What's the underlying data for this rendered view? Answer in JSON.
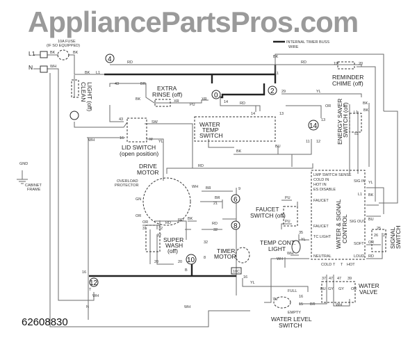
{
  "watermark": "AppliancePartsPros.com",
  "legend": {
    "line1": "INTERNAL TIMER BUSS",
    "line2": "WIRE"
  },
  "part_number": "62608830",
  "components": {
    "fuse_1": "10A FUSE",
    "fuse_2": "(IF SO EQUIPPED)",
    "l1": "L1",
    "n": "N",
    "clean_light_1": "CLEAN",
    "clean_light_2": "LIGHT (off)",
    "extra_rinse_1": "EXTRA",
    "extra_rinse_2": "RINSE (off)",
    "water_temp_1": "WATER",
    "water_temp_2": "TEMP",
    "water_temp_3": "SWITCH",
    "lid_switch_1": "LID SWITCH",
    "lid_switch_2": "(open position)",
    "reminder_1": "REMINDER",
    "reminder_2": "CHIME (off)",
    "energy_saver_1": "ENERGY SAVER",
    "energy_saver_2": "SWITCH (off)",
    "gnd": "GND",
    "cabinet_1": "CABINET",
    "cabinet_2": "FRAME",
    "drive_motor_1": "DRIVE",
    "drive_motor_2": "MOTOR",
    "overload_1": "OVERLOAD",
    "overload_2": "PROTECTOR",
    "super_wash_1": "SUPER",
    "super_wash_2": "WASH",
    "super_wash_3": "(off)",
    "timer_motor_1": "TIMER",
    "timer_motor_2": "MOTOR",
    "faucet_1": "FAUCET",
    "faucet_2": "SWITCH (off)",
    "temp_light_1": "TEMP CONT.",
    "temp_light_2": "LIGHT",
    "control_1": "WATER & SIGNAL",
    "control_2": "CONTROL",
    "signal_1": "SIGNAL",
    "signal_2": "SWITCH",
    "valve_1": "WATER",
    "valve_2": "VALVE",
    "level_1": "WATER LEVEL",
    "level_2": "SWITCH",
    "full": "FULL",
    "empty": "EMPTY",
    "box_10c": "10C"
  },
  "timer_contacts": [
    "4",
    "0",
    "2",
    "14",
    "6",
    "8",
    "10",
    "12"
  ],
  "control_terminals": [
    "LMP SWITCH SENSE",
    "COLD IN",
    "HOT IN",
    "ES DISABLE",
    "SIG IN",
    "L1",
    "FAUCET",
    "FAUCET",
    "TC LIGHT",
    "NEUTRAL",
    "SIG OUT",
    "SOFT",
    "LOUD",
    "COLD",
    "T",
    "T",
    "HOT"
  ],
  "wire_labels": [
    "BK",
    "BK",
    "WH",
    "BK",
    "L1",
    "RD",
    "43",
    "BR",
    "BK",
    "XR",
    "PU",
    "XR",
    "43",
    "SW",
    "16",
    "M",
    "WH",
    "YL",
    "BK",
    "L1",
    "RD",
    "19",
    "20",
    "29",
    "YL",
    "14",
    "RD",
    "14",
    "13",
    "OR",
    "13",
    "11",
    "12",
    "BU",
    "BK",
    "BK",
    "BK",
    "L1",
    "51",
    "RD",
    "WH",
    "BR",
    "RD",
    "BK",
    "OR",
    "32",
    "RD",
    "20",
    "20",
    "9",
    "BR",
    "21",
    "RD",
    "32",
    "16",
    "YL",
    "PU",
    "PU",
    "35",
    "YL",
    "WH",
    "WH",
    "YL",
    "BK",
    "BU",
    "OR",
    "RD",
    "25",
    "26",
    "27",
    "37",
    "47",
    "47",
    "39",
    "BU",
    "GY",
    "GY",
    "OR",
    "BR",
    "WH",
    "16",
    "15",
    "7N",
    "WH",
    "WH",
    "N",
    "16",
    "T",
    "B",
    "GN",
    "OR",
    "31",
    "32",
    "32",
    "8"
  ]
}
